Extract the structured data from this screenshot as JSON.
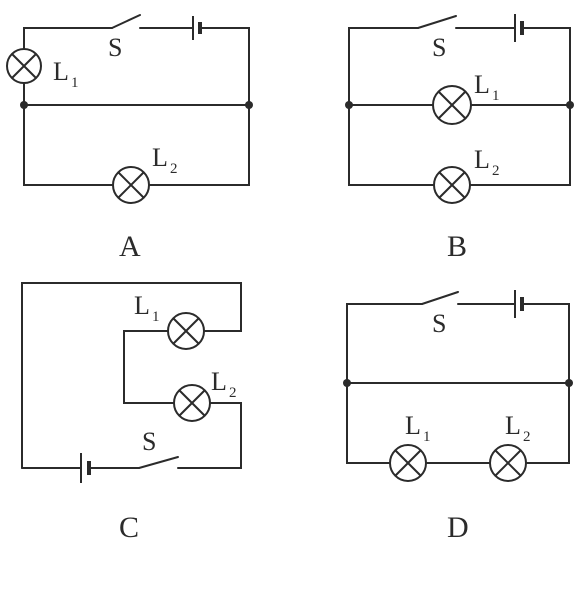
{
  "panels": [
    {
      "letter": "A",
      "switch": "S",
      "lamp1": "L",
      "lamp1_sub": "1",
      "lamp2": "L",
      "lamp2_sub": "2"
    },
    {
      "letter": "B",
      "switch": "S",
      "lamp1": "L",
      "lamp1_sub": "1",
      "lamp2": "L",
      "lamp2_sub": "2"
    },
    {
      "letter": "C",
      "switch": "S",
      "lamp1": "L",
      "lamp1_sub": "1",
      "lamp2": "L",
      "lamp2_sub": "2"
    },
    {
      "letter": "D",
      "switch": "S",
      "lamp1": "L",
      "lamp1_sub": "1",
      "lamp2": "L",
      "lamp2_sub": "2"
    }
  ],
  "colors": {
    "ink": "#2b2b2b",
    "background": "#ffffff"
  }
}
